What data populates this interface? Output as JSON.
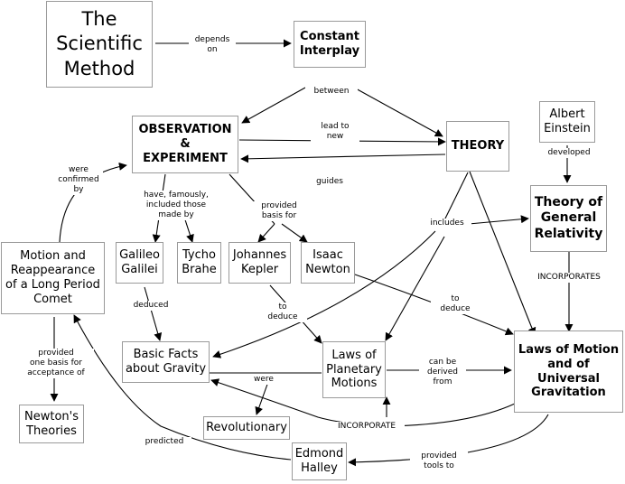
{
  "nodes": {
    "scientific_method": "The\nScientific\nMethod",
    "constant_interplay": "Constant\nInterplay",
    "observation_experiment": "OBSERVATION\n&\nEXPERIMENT",
    "theory": "THEORY",
    "albert_einstein": "Albert\nEinstein",
    "general_relativity": "Theory of\nGeneral\nRelativity",
    "motion_comet": "Motion and\nReappearance\nof a Long Period\nComet",
    "galileo": "Galileo\nGalilei",
    "tycho": "Tycho\nBrahe",
    "kepler": "Johannes\nKepler",
    "newton": "Isaac\nNewton",
    "gravity_facts": "Basic Facts\nabout Gravity",
    "planetary_laws": "Laws of\nPlanetary\nMotions",
    "universal_gravitation": "Laws of Motion\nand of\nUniversal\nGravitation",
    "newtons_theories": "Newton's\nTheories",
    "revolutionary": "Revolutionary",
    "halley": "Edmond\nHalley"
  },
  "labels": {
    "depends_on": "depends\non",
    "between": "between",
    "lead_to_new": "lead to\nnew",
    "guides": "guides",
    "were_confirmed_by": "were\nconfirmed\nby",
    "have_famously": "have, famously,\nincluded those\nmade by",
    "provided_basis": "provided\nbasis for",
    "includes": "includes",
    "developed": "developed",
    "incorporates_upper": "INCORPORATES",
    "deduced": "deduced",
    "to_deduce_left": "to\ndeduce",
    "to_deduce_right": "to\ndeduce",
    "provided_one_basis": "provided\none basis for\nacceptance of",
    "were": "were",
    "can_be_derived": "can be\nderived\nfrom",
    "incorporate": "INCORPORATE",
    "predicted": "predicted",
    "provided_tools": "provided\ntools to"
  }
}
